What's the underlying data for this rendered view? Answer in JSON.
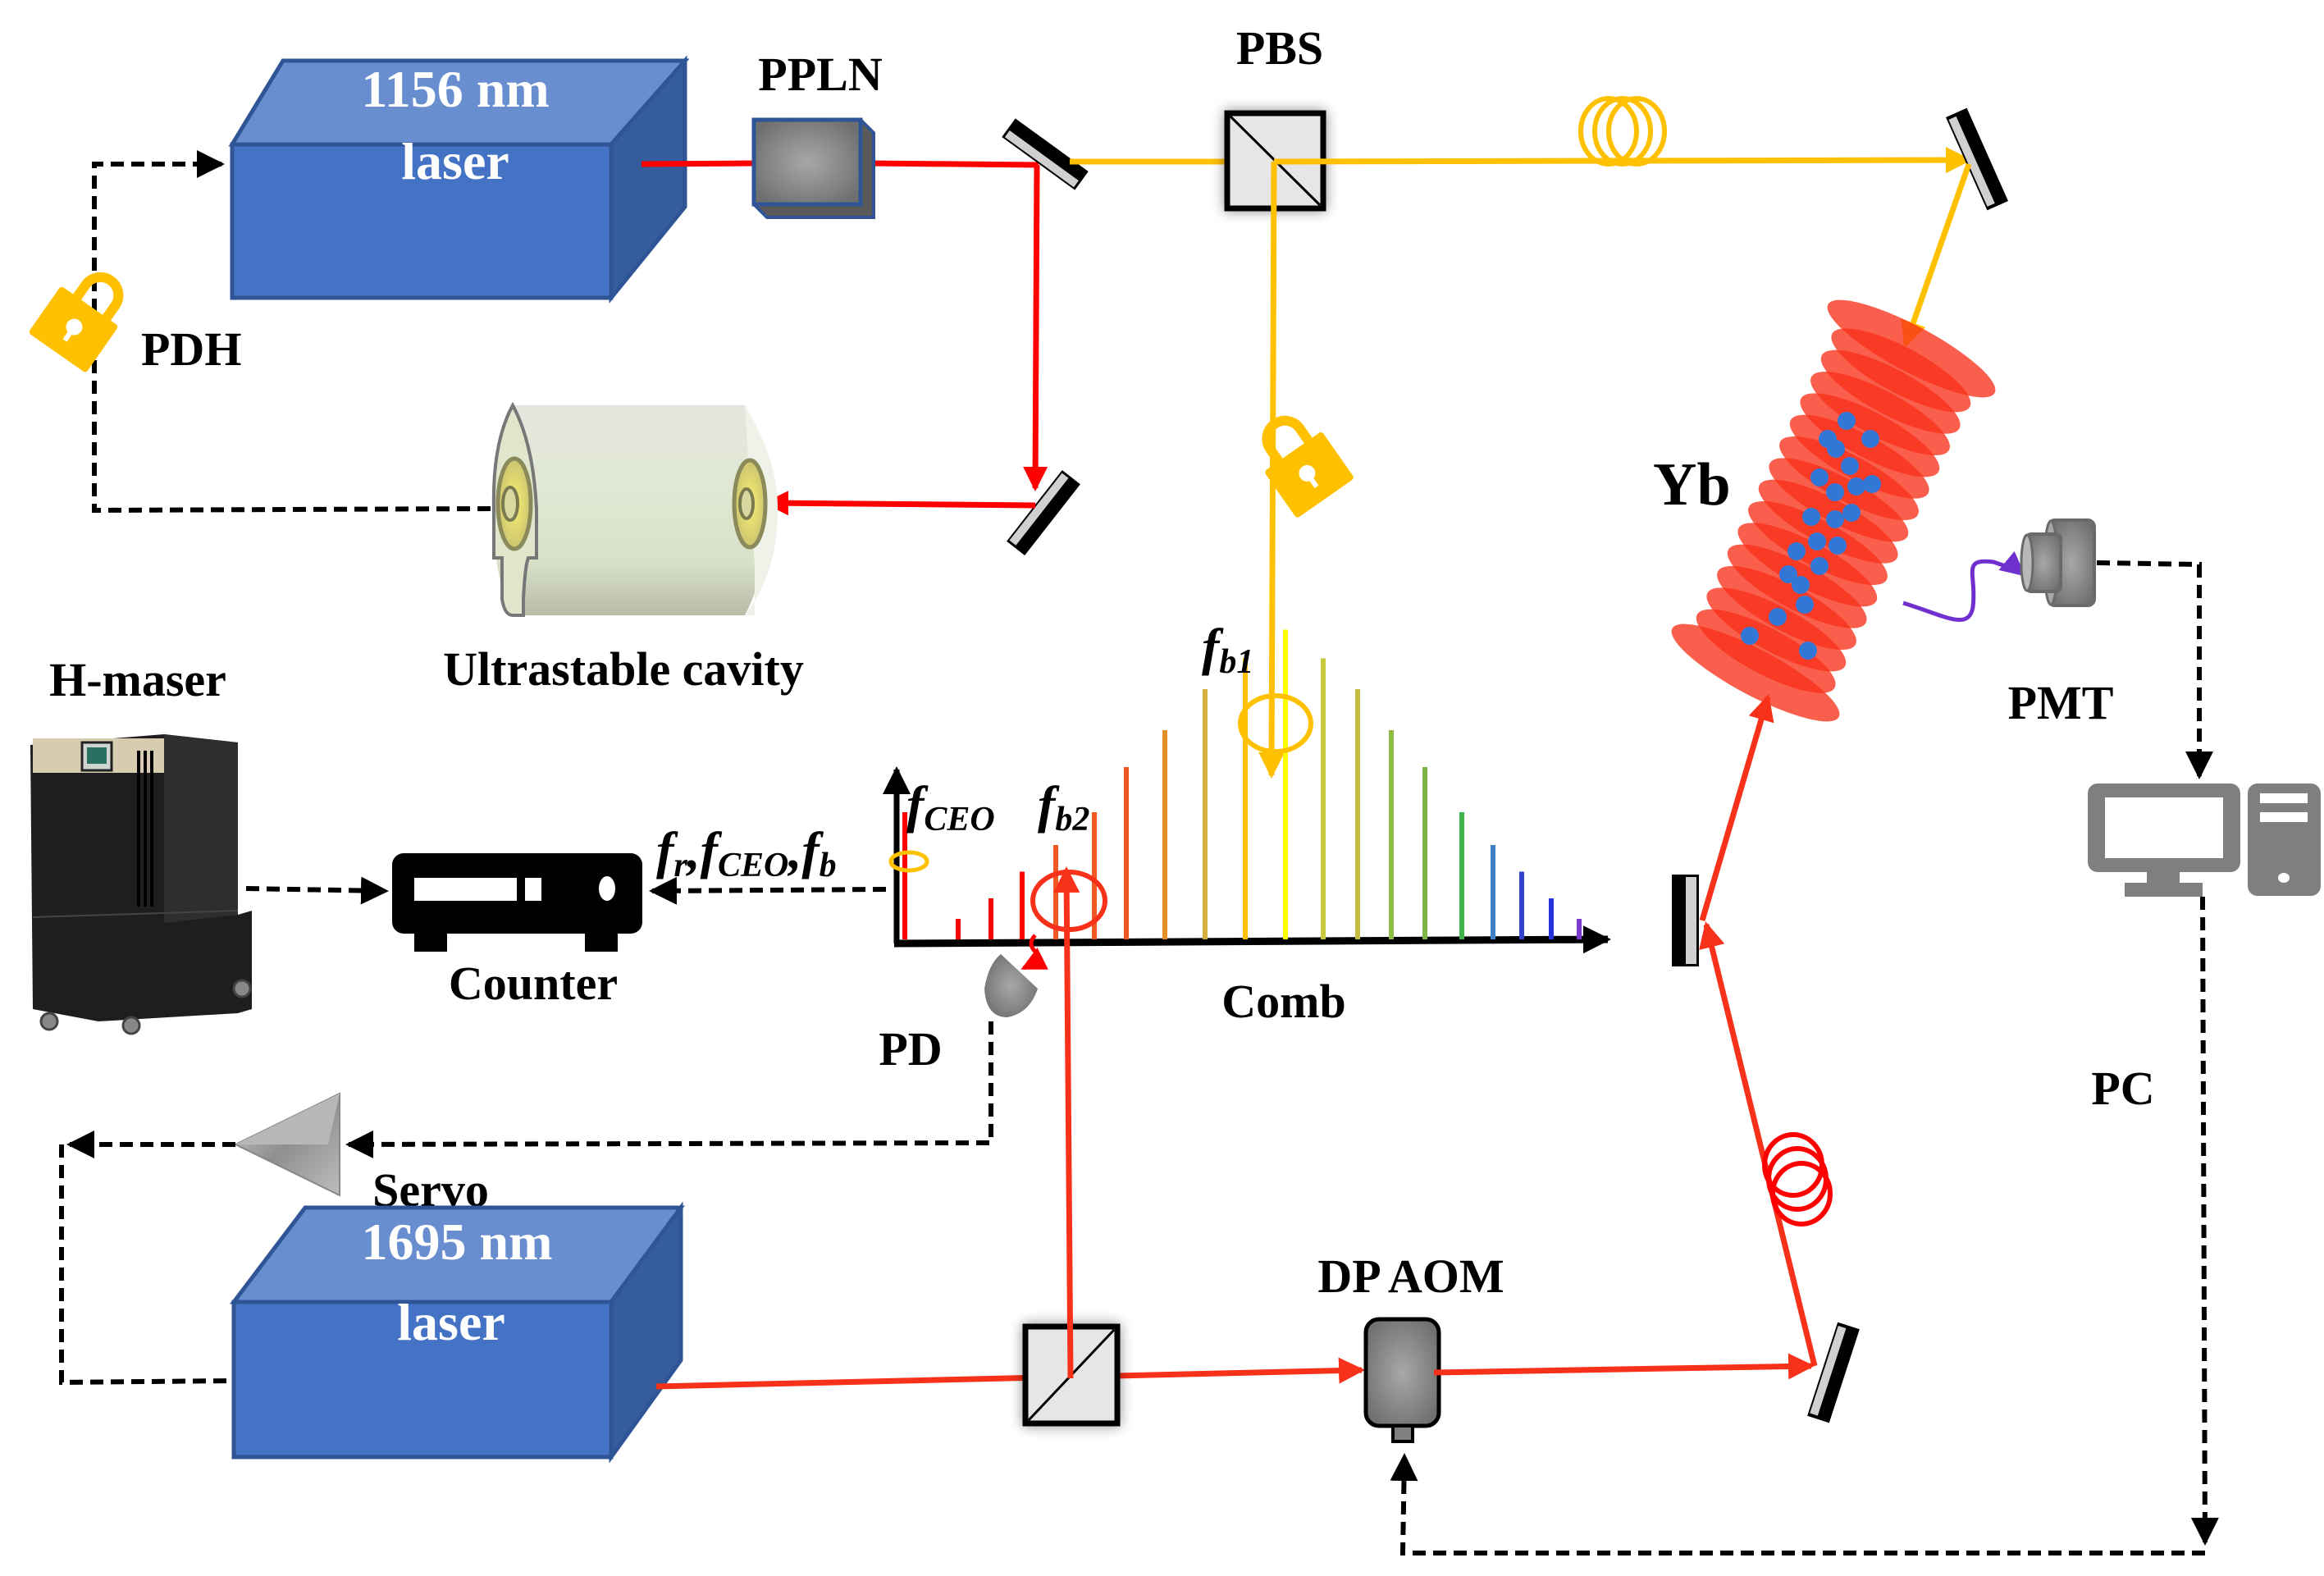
{
  "title": "Yb optical lattice clock experimental setup",
  "colors": {
    "laser_box": "#4472c4",
    "laser_top": "#698ed0",
    "laser_side": "#355c9c",
    "beam_1156": "#ff0000",
    "beam_578": "#ffc000",
    "beam_1695": "#f8311a",
    "lattice": "#f8311a",
    "atoms": "#3377d6",
    "fluorescence": "#7030d0",
    "gray_device": "#7f7f7f",
    "lock_icon": "#ffc000"
  },
  "components": {
    "laser_1156": {
      "line1": "1156 nm",
      "line2": "laser"
    },
    "laser_1695": {
      "line1": "1695 nm",
      "line2": "laser"
    },
    "pphn_label": "PPLN",
    "pbs_label": "PBS",
    "pdh_label": "PDH",
    "cavity_label": "Ultrastable cavity",
    "hmaser_label": "H-maser",
    "counter_label": "Counter",
    "counter_signals": {
      "f": "f",
      "r": "r",
      "ceo": "CEO",
      "b": "b",
      "sep": ","
    },
    "comb_label": "Comb",
    "fceo_label": {
      "f": "f",
      "sub": "CEO"
    },
    "fb1_label": {
      "f": "f",
      "sub": "b1"
    },
    "fb2_label": {
      "f": "f",
      "sub": "b2"
    },
    "pd_label": "PD",
    "servo_label": "Servo",
    "yb_label": "Yb",
    "pmt_label": "PMT",
    "pc_label": "PC",
    "aom_label": "DP AOM"
  },
  "comb": {
    "lines": [
      {
        "rel_height": 0.62,
        "color": "#ff0000"
      },
      {
        "rel_height": 0.1,
        "color": "#ff0000"
      },
      {
        "rel_height": 0.2,
        "color": "#ff0000"
      },
      {
        "rel_height": 0.33,
        "color": "#ff0000"
      },
      {
        "rel_height": 0.46,
        "color": "#f05a22"
      },
      {
        "rel_height": 0.62,
        "color": "#f05a22"
      },
      {
        "rel_height": 0.84,
        "color": "#ee5522"
      },
      {
        "rel_height": 1.02,
        "color": "#e58f2a"
      },
      {
        "rel_height": 1.22,
        "color": "#d4b040"
      },
      {
        "rel_height": 1.37,
        "color": "#ffc000"
      },
      {
        "rel_height": 1.51,
        "color": "#ffff00"
      },
      {
        "rel_height": 1.37,
        "color": "#c7c93a"
      },
      {
        "rel_height": 1.22,
        "color": "#c7bd40"
      },
      {
        "rel_height": 1.02,
        "color": "#8fbc45"
      },
      {
        "rel_height": 0.84,
        "color": "#7ab648"
      },
      {
        "rel_height": 0.62,
        "color": "#3cb44a"
      },
      {
        "rel_height": 0.46,
        "color": "#4080c8"
      },
      {
        "rel_height": 0.33,
        "color": "#3344cc"
      },
      {
        "rel_height": 0.2,
        "color": "#2233dd"
      },
      {
        "rel_height": 0.1,
        "color": "#7a3ad0"
      }
    ]
  }
}
